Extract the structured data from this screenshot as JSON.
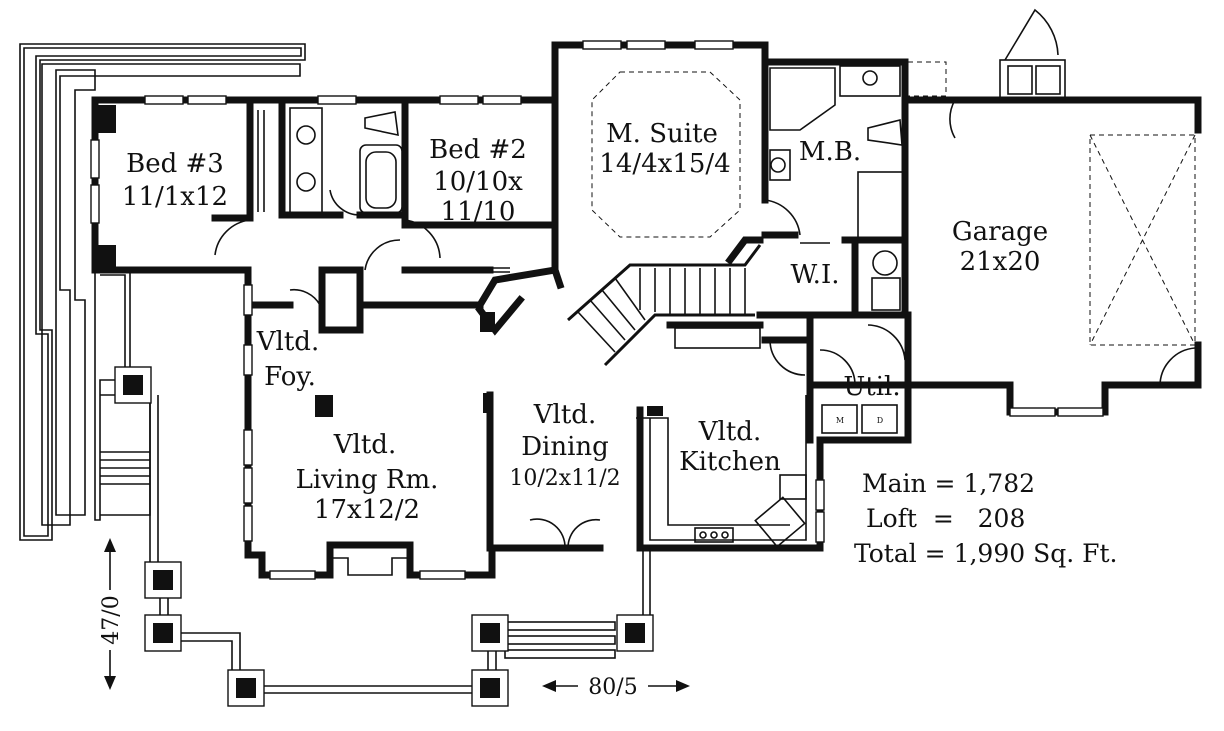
{
  "rooms": {
    "bed3": {
      "name": "Bed #3",
      "size": "11/1x12"
    },
    "bed2": {
      "name": "Bed #2",
      "size_line1": "10/10x",
      "size_line2": "11/10"
    },
    "msuite": {
      "name": "M. Suite",
      "size": "14/4x15/4"
    },
    "mbath": {
      "name": "M.B."
    },
    "walkin": {
      "name": "W.I."
    },
    "garage": {
      "name": "Garage",
      "size": "21x20"
    },
    "foyer": {
      "name_line1": "Vltd.",
      "name_line2": "Foy."
    },
    "living": {
      "name_line1": "Vltd.",
      "name_line2": "Living Rm.",
      "size": "17x12/2"
    },
    "dining": {
      "name_line1": "Vltd.",
      "name_line2": "Dining",
      "size": "10/2x11/2"
    },
    "kitchen": {
      "name_line1": "Vltd.",
      "name_line2": "Kitchen"
    },
    "utility": {
      "name": "Util."
    }
  },
  "appliances": {
    "washer": "M",
    "dryer": "D"
  },
  "area_summary": {
    "main": "Main = 1,782",
    "loft": "Loft  =   208",
    "total": "Total  = 1,990 Sq. Ft."
  },
  "dimensions": {
    "depth": "47/0",
    "width": "80/5"
  }
}
